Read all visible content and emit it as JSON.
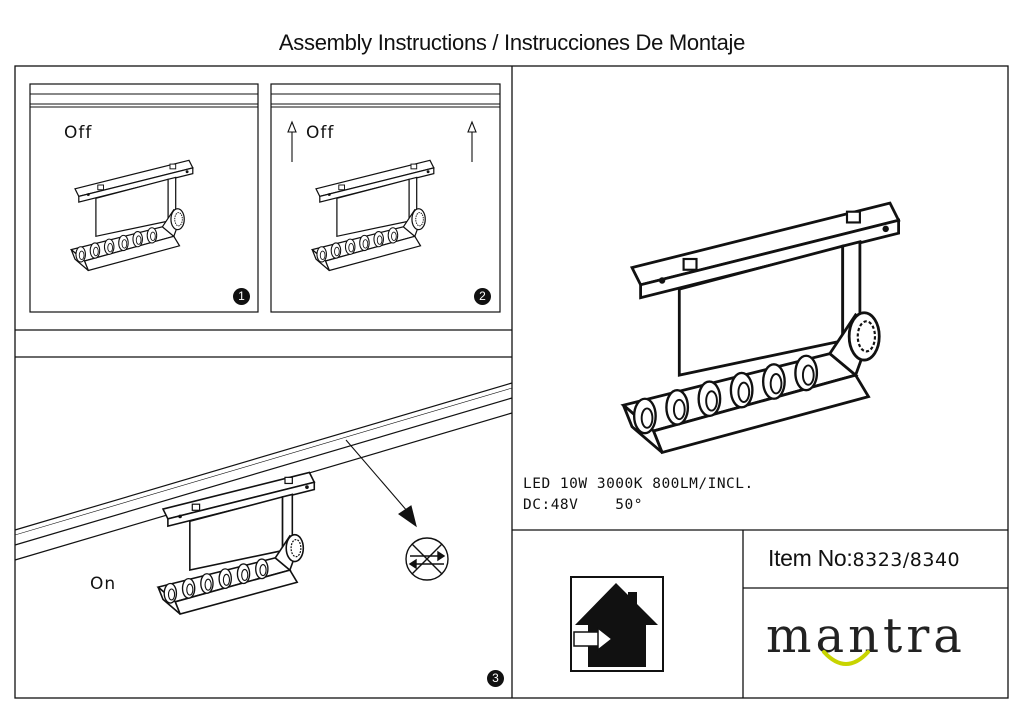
{
  "title": "Assembly Instructions / Instrucciones De Montaje",
  "steps": [
    {
      "number": "1",
      "label": "Off"
    },
    {
      "number": "2",
      "label": "Off"
    },
    {
      "number": "3",
      "label": "On"
    }
  ],
  "product": {
    "spec_line1": "LED 10W 3000K 800LM/INCL.",
    "spec_line2": "DC:48V    50°",
    "item_label": "Item No:",
    "item_value": "8323/8340"
  },
  "brand": {
    "name": "mantra",
    "accent_color": "#c8d400"
  },
  "icons": {
    "indoor": "indoor-use-house-icon",
    "no_tool": "no-tool-crossed-circle-icon"
  }
}
